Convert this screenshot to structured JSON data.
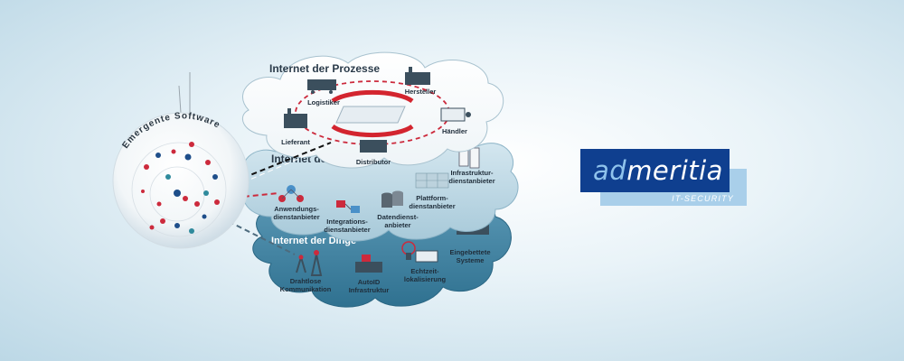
{
  "diagram": {
    "sphere_label": "Emergente Software",
    "process_layer": {
      "title": "Internet der Prozesse",
      "nodes": {
        "logistiker": "Logistiker",
        "hersteller": "Hersteller",
        "lieferant": "Lieferant",
        "haendler": "Händler",
        "distributor": "Distributor"
      }
    },
    "service_layer": {
      "title": "Internet der Dienste",
      "nodes": {
        "infrastruktur": [
          "Infrastruktur-",
          "dienstanbieter"
        ],
        "anwendung": [
          "Anwendungs-",
          "dienstanbieter"
        ],
        "integration": [
          "Integrations-",
          "dienstanbieter"
        ],
        "daten": [
          "Datendienst-",
          "anbieter"
        ],
        "plattform": [
          "Plattform-",
          "dienstanbieter"
        ]
      }
    },
    "things_layer": {
      "title": "Internet  der Dinge",
      "nodes": {
        "eingebettet": [
          "Eingebettete",
          "Systeme"
        ],
        "drahtlos": [
          "Drahtlose",
          "Kommunikation"
        ],
        "autoid": [
          "AutoID",
          "Infrastruktur"
        ],
        "echtzeit": [
          "Echtzeit-",
          "lokalisierung"
        ]
      }
    }
  },
  "logo": {
    "brand_part1": "ad",
    "brand_part2": "meritia",
    "tagline": "IT-SECURITY",
    "colors": {
      "front": "#0f3f8f",
      "back": "#a9cfea",
      "accent_text": "#8fc3ec"
    }
  }
}
